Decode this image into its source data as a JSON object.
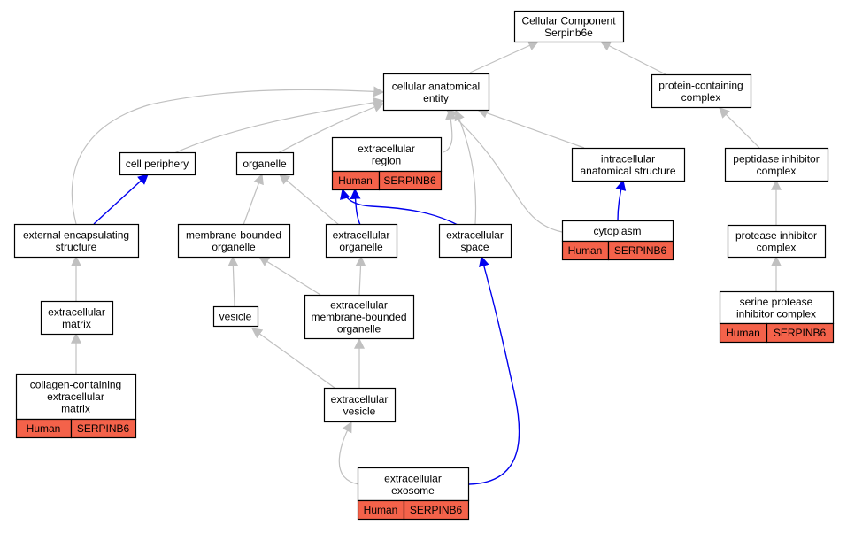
{
  "nodes": {
    "root": {
      "lines": [
        "Cellular Component",
        "Serpinb6e"
      ]
    },
    "cae": {
      "lines": [
        "cellular anatomical",
        "entity"
      ]
    },
    "pcc": {
      "lines": [
        "protein-containing",
        "complex"
      ]
    },
    "cellper": {
      "lines": [
        "cell periphery"
      ]
    },
    "organelle": {
      "lines": [
        "organelle"
      ]
    },
    "exreg": {
      "lines": [
        "extracellular",
        "region"
      ],
      "species": "Human",
      "gene": "SERPINB6"
    },
    "ias": {
      "lines": [
        "intracellular",
        "anatomical structure"
      ]
    },
    "pic": {
      "lines": [
        "peptidase inhibitor",
        "complex"
      ]
    },
    "ees": {
      "lines": [
        "external encapsulating",
        "structure"
      ]
    },
    "mbo": {
      "lines": [
        "membrane-bounded",
        "organelle"
      ]
    },
    "exorg": {
      "lines": [
        "extracellular",
        "organelle"
      ]
    },
    "exspace": {
      "lines": [
        "extracellular",
        "space"
      ]
    },
    "cyto": {
      "lines": [
        "cytoplasm"
      ],
      "species": "Human",
      "gene": "SERPINB6"
    },
    "proic": {
      "lines": [
        "protease inhibitor",
        "complex"
      ]
    },
    "exmatrix": {
      "lines": [
        "extracellular",
        "matrix"
      ]
    },
    "vesicle": {
      "lines": [
        "vesicle"
      ]
    },
    "exmbo": {
      "lines": [
        "extracellular",
        "membrane-bounded",
        "organelle"
      ]
    },
    "spic": {
      "lines": [
        "serine protease",
        "inhibitor complex"
      ],
      "species": "Human",
      "gene": "SERPINB6"
    },
    "ccem": {
      "lines": [
        "collagen-containing",
        "extracellular",
        "matrix"
      ],
      "species": "Human",
      "gene": "SERPINB6"
    },
    "exves": {
      "lines": [
        "extracellular",
        "vesicle"
      ]
    },
    "exosome": {
      "lines": [
        "extracellular",
        "exosome"
      ],
      "species": "Human",
      "gene": "SERPINB6"
    }
  },
  "colors": {
    "gray_edge": "#c0c0c0",
    "blue_edge": "#0000ee",
    "annotation_fill": "#f4624a",
    "node_border": "#000000",
    "node_fill": "#ffffff"
  }
}
